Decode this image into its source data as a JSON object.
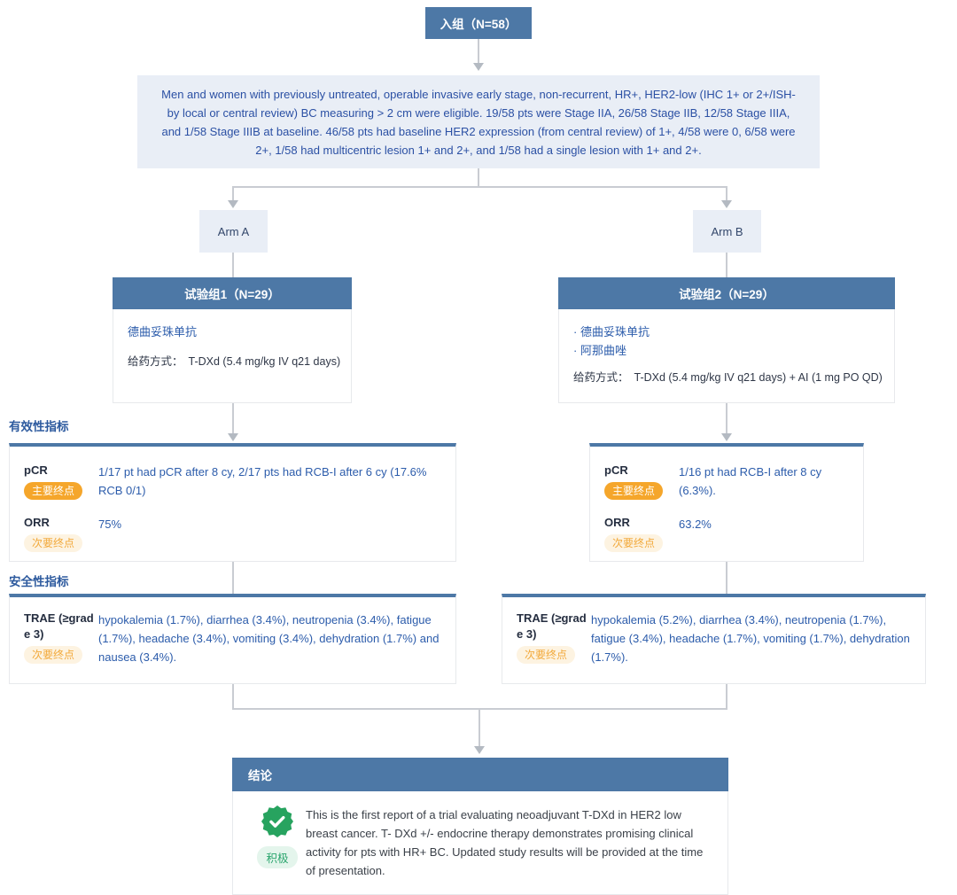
{
  "palette": {
    "steel_blue_header": "#4d78a6",
    "light_panel_blue": "#e9eef6",
    "eligibility_text_blue": "#2b50a4",
    "value_text_blue": "#2c5cab",
    "section_title_blue": "#2d5a9e",
    "dark_label_text": "#252e40",
    "badge_orange": "#f5a62b",
    "badge_cream_bg": "#fdf3e1",
    "badge_cream_text": "#f2a93b",
    "positive_green": "#27a35f",
    "positive_pill_bg": "#e4f5ec",
    "connector_gray": "#c9ccd2"
  },
  "flow": {
    "enroll_label": "入组（N=58）",
    "eligibility_text": "Men and women with previously untreated, operable invasive early stage, non-recurrent, HR+, HER2-low (IHC 1+ or 2+/ISH- by local or central review) BC measuring > 2 cm were eligible. 19/58 pts were Stage IIA, 26/58 Stage IIB, 12/58 Stage IIIA, and 1/58 Stage IIIB at baseline. 46/58 pts had baseline HER2 expression (from central review) of 1+, 4/58 were 0, 6/58 were 2+, 1/58 had multicentric lesion 1+ and 2+, and 1/58 had a single lesion with 1+ and 2+.",
    "arms": [
      {
        "label": "Arm A"
      },
      {
        "label": "Arm B"
      }
    ]
  },
  "groups": [
    {
      "title": "试验组1（N=29）",
      "drugs": [
        "德曲妥珠单抗"
      ],
      "regimen_label": "给药方式：",
      "regimen_value": "T-DXd (5.4 mg/kg IV q21 days)"
    },
    {
      "title": "试验组2（N=29）",
      "drugs": [
        "· 德曲妥珠单抗",
        "· 阿那曲唑"
      ],
      "regimen_label": "给药方式：",
      "regimen_value": "T-DXd (5.4 mg/kg IV q21 days) + AI (1 mg PO QD)"
    }
  ],
  "sections": {
    "efficacy_label": "有效性指标",
    "safety_label": "安全性指标"
  },
  "efficacy": {
    "left": {
      "rows": [
        {
          "label": "pCR",
          "badge": "主要终点",
          "badge_type": "primary",
          "value": "1/17 pt had pCR after 8 cy, 2/17 pts had RCB-I after 6 cy (17.6% RCB 0/1)"
        },
        {
          "label": "ORR",
          "badge": "次要终点",
          "badge_type": "secondary",
          "value": "75%"
        }
      ]
    },
    "right": {
      "rows": [
        {
          "label": "pCR",
          "badge": "主要终点",
          "badge_type": "primary",
          "value": "1/16 pt had RCB-I after 8 cy (6.3%)."
        },
        {
          "label": "ORR",
          "badge": "次要终点",
          "badge_type": "secondary",
          "value": "63.2%"
        }
      ]
    }
  },
  "safety": {
    "left": {
      "rows": [
        {
          "label": "TRAE (≥grade 3)",
          "badge": "次要终点",
          "badge_type": "secondary",
          "value": "hypokalemia (1.7%), diarrhea (3.4%), neutropenia (3.4%), fatigue (1.7%), headache (3.4%), vomiting (3.4%), dehydration (1.7%) and nausea (3.4%)."
        }
      ]
    },
    "right": {
      "rows": [
        {
          "label": "TRAE (≥grade 3)",
          "badge": "次要终点",
          "badge_type": "secondary",
          "value": "hypokalemia (5.2%), diarrhea (3.4%), neutropenia (1.7%), fatigue (3.4%), headache (1.7%), vomiting (1.7%), dehydration (1.7%)."
        }
      ]
    }
  },
  "conclusion": {
    "title": "结论",
    "sentiment_label": "积极",
    "icon": "badge-check-icon",
    "text": "This is the first report of a trial evaluating neoadjuvant T-DXd in HER2 low breast cancer. T- DXd +/- endocrine therapy demonstrates promising clinical activity for pts with HR+ BC. Updated study results will be provided at the time of presentation."
  }
}
